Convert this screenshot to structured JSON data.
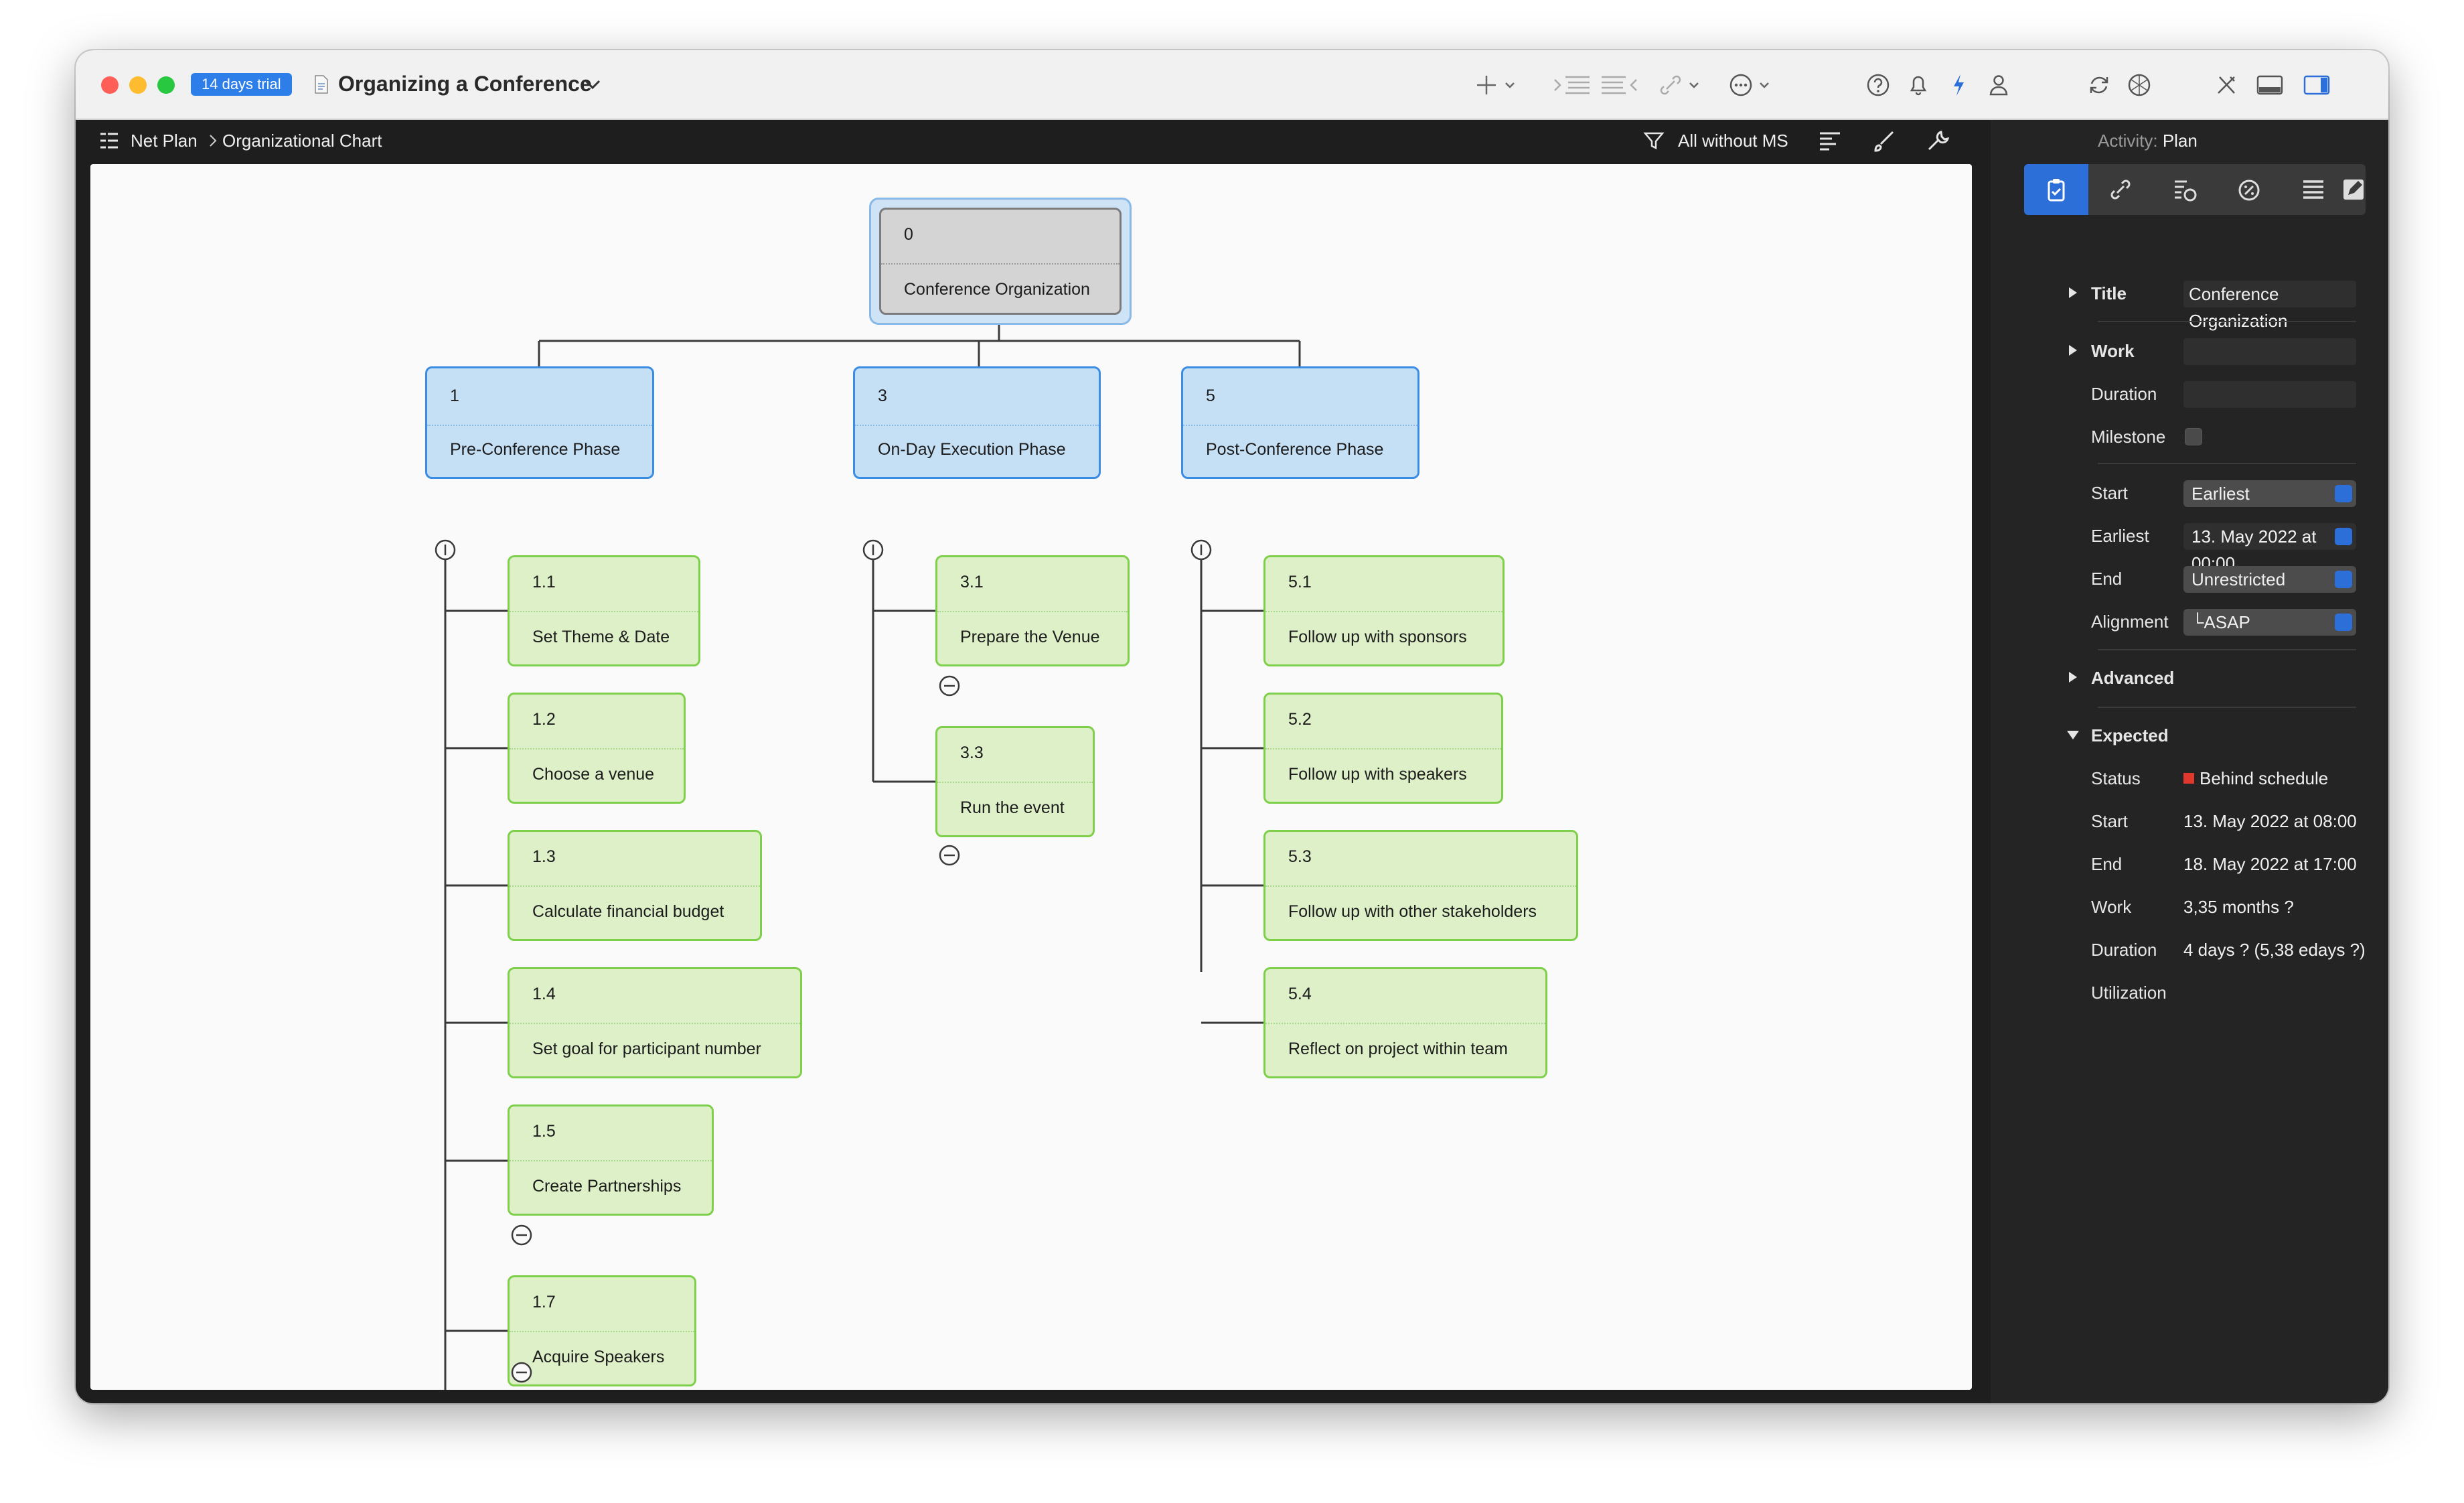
{
  "titlebar": {
    "trial_badge": "14 days trial",
    "doc_title": "Organizing a Conference"
  },
  "breadcrumb": {
    "items": [
      "Net Plan",
      "Organizational Chart"
    ],
    "filter_label": "All without MS"
  },
  "chart": {
    "root": {
      "id": "0",
      "label": "Conference Organization"
    },
    "phases": [
      {
        "id": "1",
        "label": "Pre-Conference Phase"
      },
      {
        "id": "3",
        "label": "On-Day Execution Phase"
      },
      {
        "id": "5",
        "label": "Post-Conference Phase"
      }
    ],
    "tasks_phase1": [
      {
        "id": "1.1",
        "label": "Set Theme & Date"
      },
      {
        "id": "1.2",
        "label": "Choose a venue"
      },
      {
        "id": "1.3",
        "label": "Calculate financial budget"
      },
      {
        "id": "1.4",
        "label": "Set goal for participant number"
      },
      {
        "id": "1.5",
        "label": "Create Partnerships"
      },
      {
        "id": "1.7",
        "label": "Acquire Speakers"
      }
    ],
    "tasks_phase3": [
      {
        "id": "3.1",
        "label": "Prepare the Venue"
      },
      {
        "id": "3.3",
        "label": "Run the event"
      }
    ],
    "tasks_phase5": [
      {
        "id": "5.1",
        "label": "Follow up with sponsors"
      },
      {
        "id": "5.2",
        "label": "Follow up with speakers"
      },
      {
        "id": "5.3",
        "label": "Follow up with other stakeholders"
      },
      {
        "id": "5.4",
        "label": "Reflect on project within team"
      }
    ]
  },
  "inspector": {
    "activity_label": "Activity:",
    "activity_value": "Plan",
    "title_label": "Title",
    "title_value": "Conference Organization",
    "work_label": "Work",
    "duration_label": "Duration",
    "milestone_label": "Milestone",
    "start_label": "Start",
    "start_value": "Earliest",
    "earliest_label": "Earliest",
    "earliest_value": "13. May 2022 at 00:00",
    "end_label": "End",
    "end_value": "Unrestricted",
    "alignment_label": "Alignment",
    "alignment_value": "└ASAP",
    "advanced_label": "Advanced",
    "expected_label": "Expected",
    "expected": {
      "status_label": "Status",
      "status_value": "Behind schedule",
      "status_color": "#e0382c",
      "start_label": "Start",
      "start_value": "13. May 2022 at 08:00",
      "end_label": "End",
      "end_value": "18. May 2022 at 17:00",
      "work_label": "Work",
      "work_value": "3,35 months ?",
      "duration_label": "Duration",
      "duration_value": "4 days ? (5,38 edays ?)",
      "utilization_label": "Utilization"
    }
  },
  "colors": {
    "task_fill": "#def0c8",
    "task_border": "#7ed04a",
    "phase_fill": "#c5dff5",
    "phase_border": "#3a8de3",
    "accent": "#2d6fd8"
  }
}
